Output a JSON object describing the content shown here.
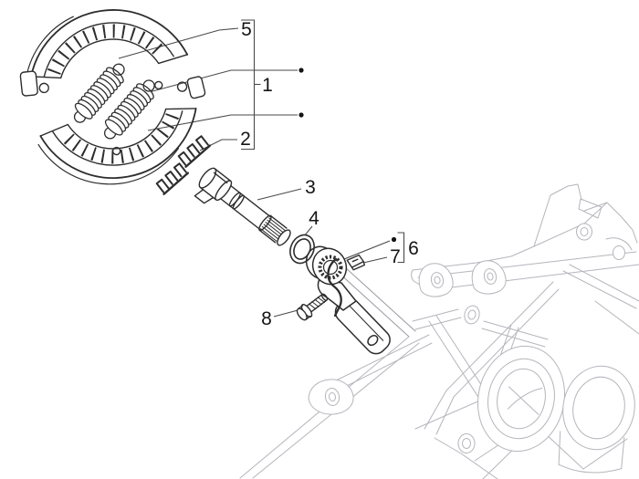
{
  "figure": {
    "type": "exploded-parts-diagram",
    "subject": "rear brake shoe, camshaft and brake lever assembly on crankcase",
    "background": "#ffffff",
    "colors": {
      "part_line": "#2d2d2d",
      "case_line": "#b5b5bc",
      "leader_line": "#4a4a4a",
      "label_text": "#141414"
    }
  },
  "callouts": [
    {
      "label": "5",
      "points_to": "shoe-return-spring"
    },
    {
      "label": "1",
      "points_to": "brake-shoe-assembly-group"
    },
    {
      "label": "2",
      "points_to": "retaining-clips"
    },
    {
      "label": "3",
      "points_to": "brake-camshaft"
    },
    {
      "label": "4",
      "points_to": "washer-ring"
    },
    {
      "label": "6",
      "points_to": "brake-lever-assembly-group"
    },
    {
      "label": "7",
      "points_to": "clip-nut"
    },
    {
      "label": "8",
      "points_to": "bolt"
    }
  ]
}
